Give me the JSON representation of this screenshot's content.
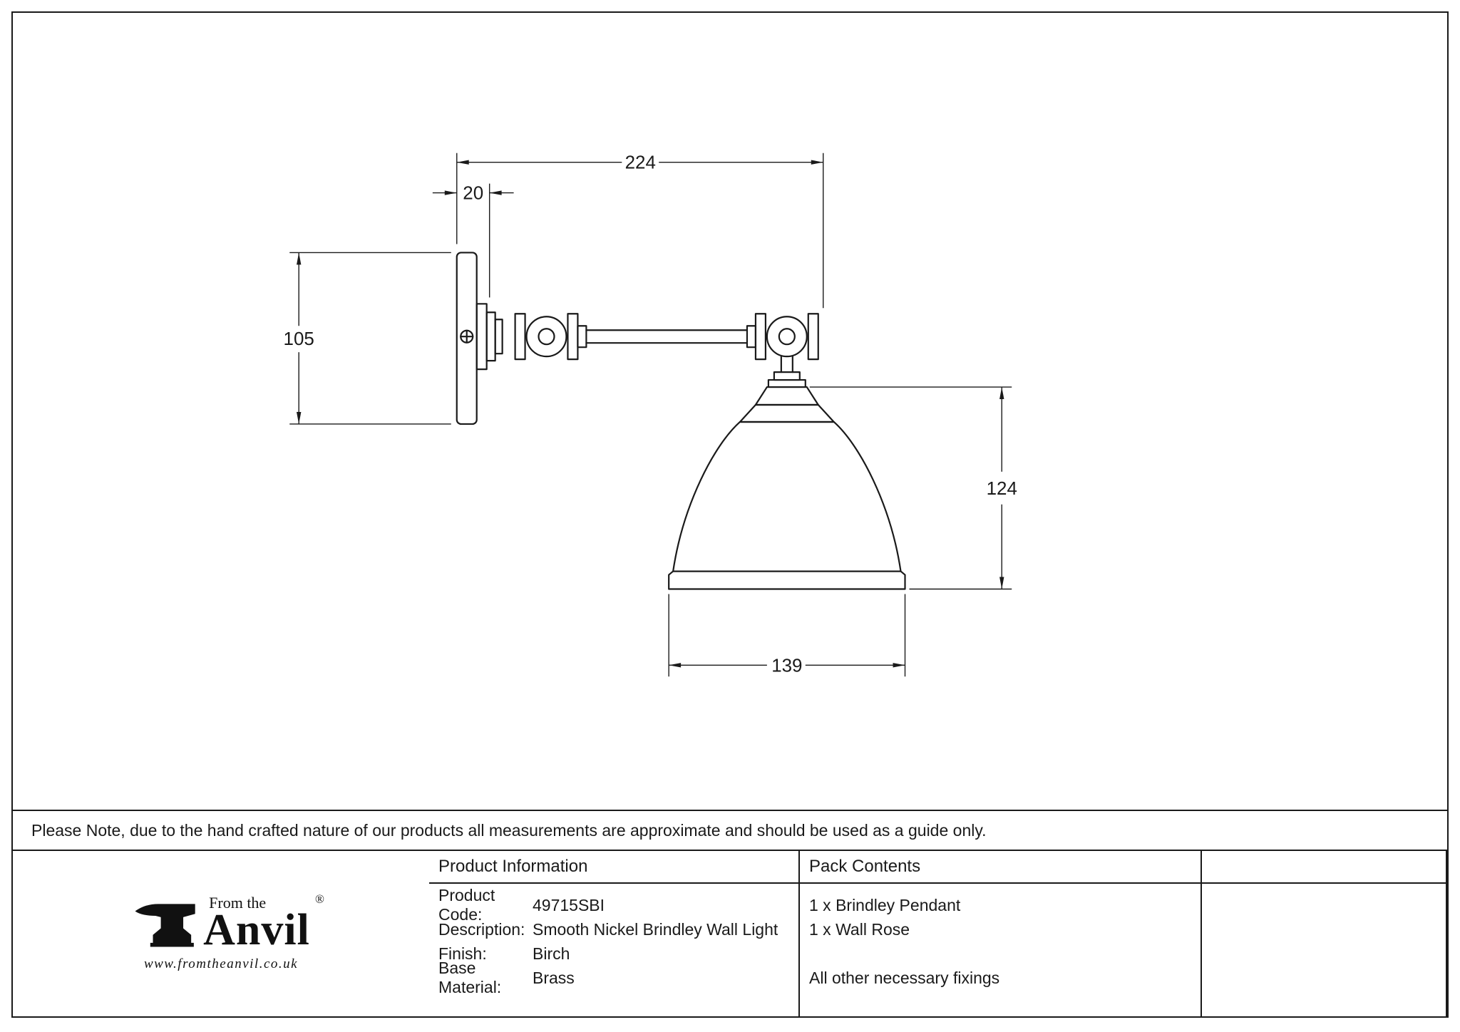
{
  "drawing": {
    "dimensions": {
      "projection": "224",
      "backplate_projection": "20",
      "backplate_diameter": "105",
      "shade_height": "124",
      "shade_diameter": "139"
    }
  },
  "note": "Please Note, due to the hand crafted nature of our products all measurements are approximate and should be used as a guide only.",
  "table": {
    "product_info": {
      "header": "Product Information",
      "rows": [
        {
          "label": "Product Code:",
          "value": "49715SBI"
        },
        {
          "label": "Description:",
          "value": "Smooth Nickel Brindley Wall Light"
        },
        {
          "label": "Finish:",
          "value": "Birch"
        },
        {
          "label": "Base Material:",
          "value": "Brass"
        }
      ]
    },
    "pack_contents": {
      "header": "Pack Contents",
      "lines": [
        "1 x Brindley Pendant",
        "1 x Wall Rose",
        "All other necessary fixings"
      ]
    }
  },
  "logo": {
    "tagline": "From the",
    "brand": "Anvil",
    "registered": "®",
    "website": "www.fromtheanvil.co.uk"
  },
  "colors": {
    "line": "#1a1a1a",
    "background": "#ffffff"
  }
}
